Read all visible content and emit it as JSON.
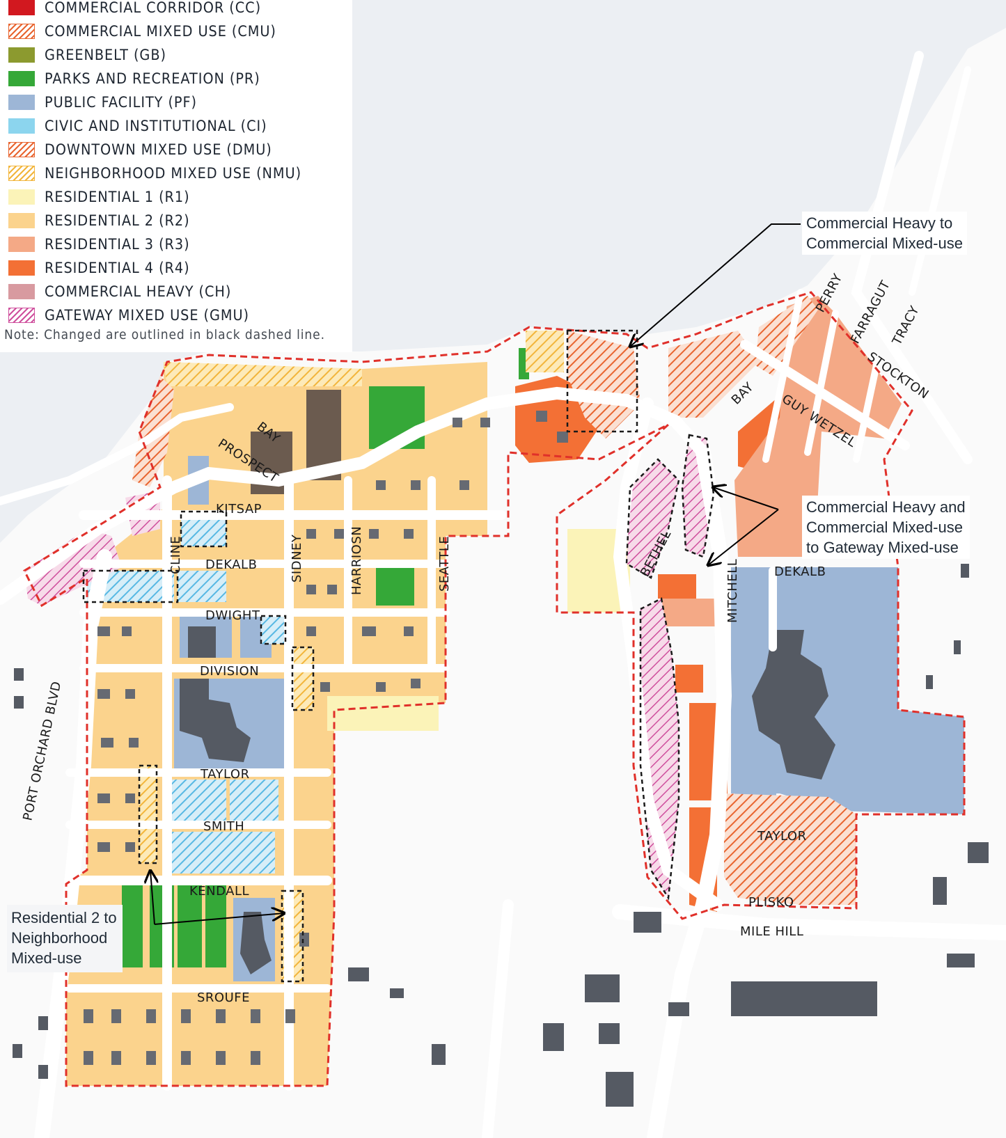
{
  "colors": {
    "water": "#eceff3",
    "land": "#ffffff",
    "road": "#ffffff",
    "parcel_line": "#cfcfcf",
    "building": "#555a63",
    "boundary": "#e0302a",
    "cmu_hatch": "#e8642f",
    "r2": "#fbd38d",
    "r1": "#fbf3b8",
    "r3": "#f4a986",
    "r4": "#f37035",
    "pr": "#35a838",
    "pf": "#9db6d6",
    "ci": "#8cd5ee",
    "gmu_hatch": "#cf4f9d",
    "gmu_bg": "#f5d6e6",
    "nmu_hatch": "#f2b53b",
    "gb": "#8c9a2f",
    "ch": "#d89aa0",
    "cc": "#d2181f"
  },
  "legend": {
    "items": [
      {
        "label": "COMMERCIAL CORRIDOR (CC)",
        "color": "#d2181f",
        "pattern": "solid"
      },
      {
        "label": "COMMERCIAL MIXED USE (CMU)",
        "color": "#e8642f",
        "pattern": "hatch"
      },
      {
        "label": "GREENBELT (GB)",
        "color": "#8c9a2f",
        "pattern": "solid"
      },
      {
        "label": "PARKS AND RECREATION (PR)",
        "color": "#35a838",
        "pattern": "solid"
      },
      {
        "label": "PUBLIC FACILITY (PF)",
        "color": "#9db6d6",
        "pattern": "solid"
      },
      {
        "label": "CIVIC AND INSTITUTIONAL (CI)",
        "color": "#8cd5ee",
        "pattern": "solid"
      },
      {
        "label": "DOWNTOWN MIXED USE (DMU)",
        "color": "#e8642f",
        "pattern": "hatch"
      },
      {
        "label": "NEIGHBORHOOD MIXED USE (NMU)",
        "color": "#f2b53b",
        "pattern": "hatch"
      },
      {
        "label": "RESIDENTIAL 1 (R1)",
        "color": "#fbf3b8",
        "pattern": "solid"
      },
      {
        "label": "RESIDENTIAL 2 (R2)",
        "color": "#fbd38d",
        "pattern": "solid"
      },
      {
        "label": "RESIDENTIAL 3 (R3)",
        "color": "#f4a986",
        "pattern": "solid"
      },
      {
        "label": "RESIDENTIAL 4 (R4)",
        "color": "#f37035",
        "pattern": "solid"
      },
      {
        "label": "COMMERCIAL HEAVY (CH)",
        "color": "#d89aa0",
        "pattern": "solid"
      },
      {
        "label": "GATEWAY MIXED USE (GMU)",
        "color": "#cf4f9d",
        "pattern": "hatch"
      }
    ],
    "note": "Note: Changed are outlined in black dashed line."
  },
  "streets": {
    "bay_west": "BAY",
    "prospect": "PROSPECT",
    "kitsap": "KITSAP",
    "cline": "CLINE",
    "dekalb_west": "DEKALB",
    "sidney": "SIDNEY",
    "harriosn": "HARRIOSN",
    "seattle": "SEATTLE",
    "dwight": "DWIGHT",
    "division": "DIVISION",
    "port_orchard_blvd": "PORT ORCHARD BLVD",
    "taylor_west": "TAYLOR",
    "smith": "SMITH",
    "kendall": "KENDALL",
    "sroufe": "SROUFE",
    "perry": "PERRY",
    "farragut": "FARRAGUT",
    "tracy": "TRACY",
    "stockton": "STOCKTON",
    "bay_east": "BAY",
    "guy_wetzel": "GUY WETZEL",
    "bethel": "BETHEL",
    "mitchell": "MITCHELL",
    "dekalb_east": "DEKALB",
    "taylor_east": "TAYLOR",
    "plisko": "PLISKO",
    "mile_hill": "MILE HILL"
  },
  "callouts": {
    "ch_to_cmu": "Commercial Heavy to\nCommercial Mixed-use",
    "ch_cmu_to_gmu": "Commercial Heavy and\nCommercial Mixed-use\nto Gateway Mixed-use",
    "r2_to_nmu": "Residential 2 to\nNeighborhood\nMixed-use"
  }
}
